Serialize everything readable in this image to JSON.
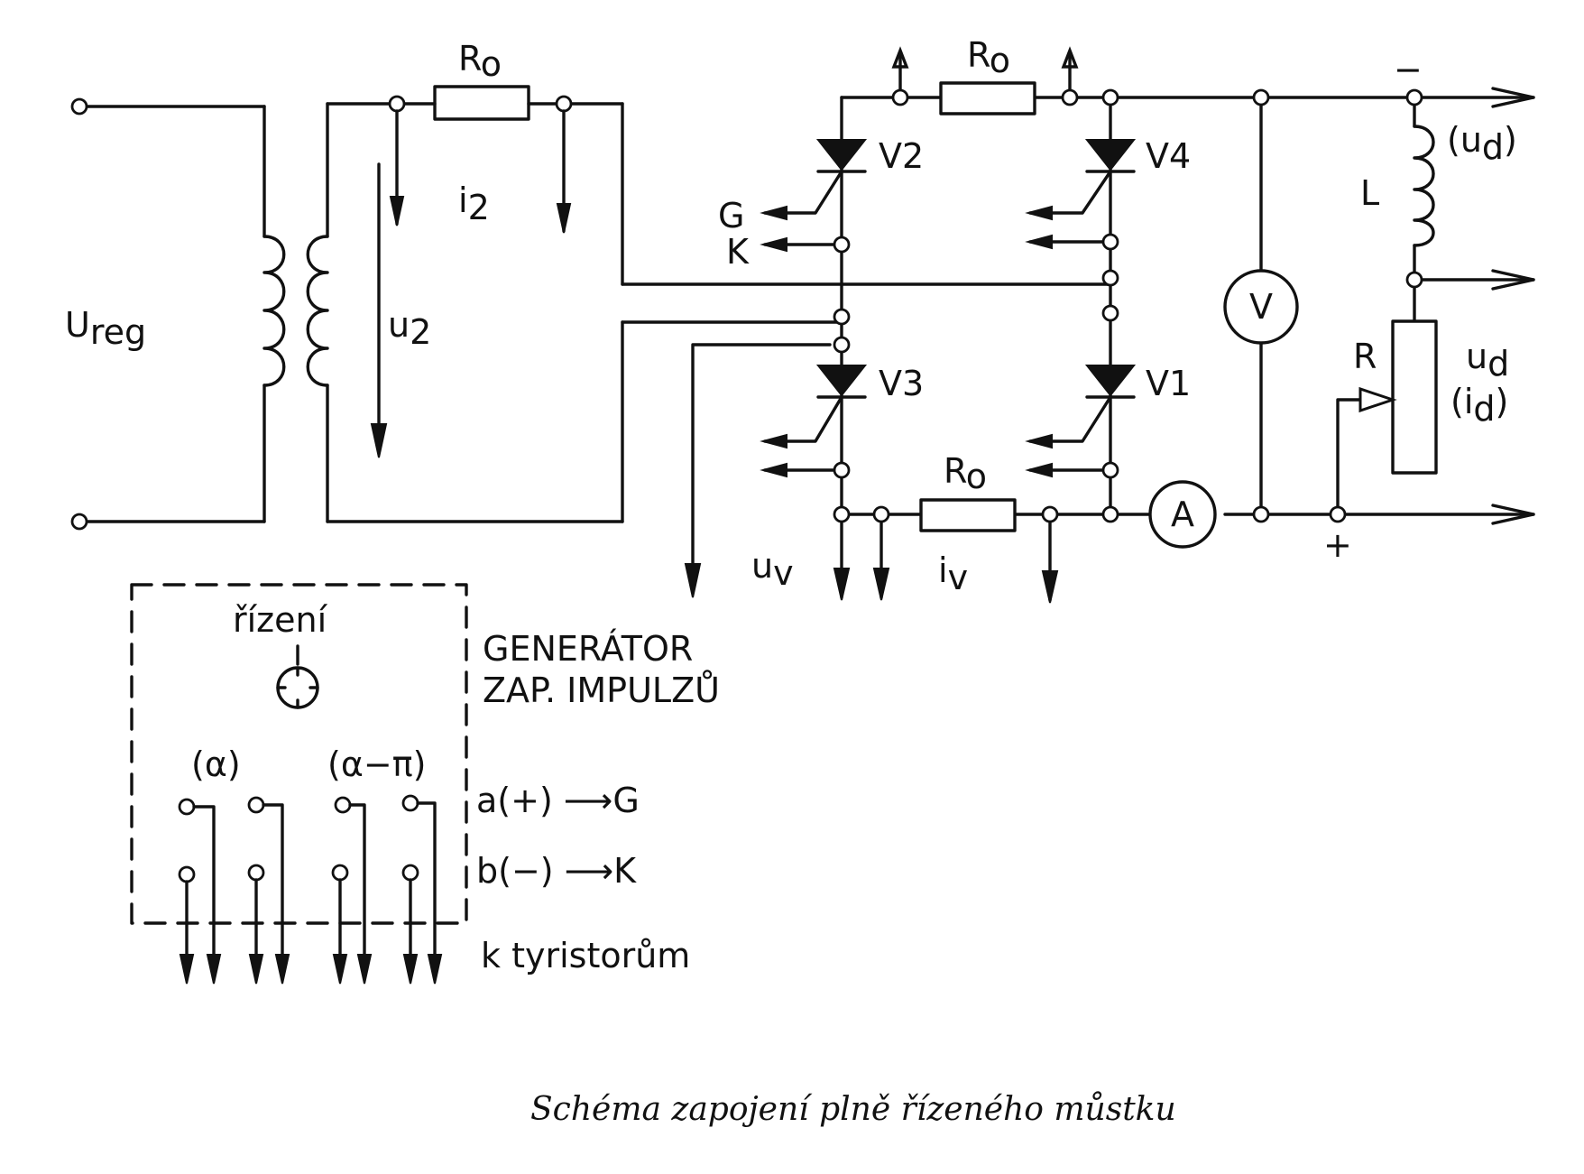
{
  "labels": {
    "u_reg_main": "U",
    "u_reg_sub": "reg",
    "u2_main": "u",
    "u2_sub": "2",
    "i2_main": "i",
    "i2_sub": "2",
    "ro_main": "R",
    "ro_sub": "o",
    "v1": "V1",
    "v2": "V2",
    "v3": "V3",
    "v4": "V4",
    "gate": "G",
    "cathode": "K",
    "uv_main": "u",
    "uv_sub": "v",
    "iv_main": "i",
    "iv_sub": "v",
    "voltmeter": "V",
    "ammeter": "A",
    "minus": "−",
    "plus": "+",
    "inductor": "L",
    "ud_paren_open": "(u",
    "ud_sub": "d",
    "paren_close": ")",
    "resistor_r": "R",
    "ud_main": "u",
    "id_paren_open": "(i",
    "generator_line1": "GENERÁTOR",
    "generator_line2": "ZAP. IMPULZŮ",
    "control": "řízení",
    "alpha": "(α)",
    "alpha_pi": "(α−π)",
    "a_plus": "a(+) ⟶G",
    "b_minus": "b(−) ⟶K",
    "to_thyristors": "k tyristorům"
  },
  "caption": "Schéma zapojení plně řízeného můstku"
}
